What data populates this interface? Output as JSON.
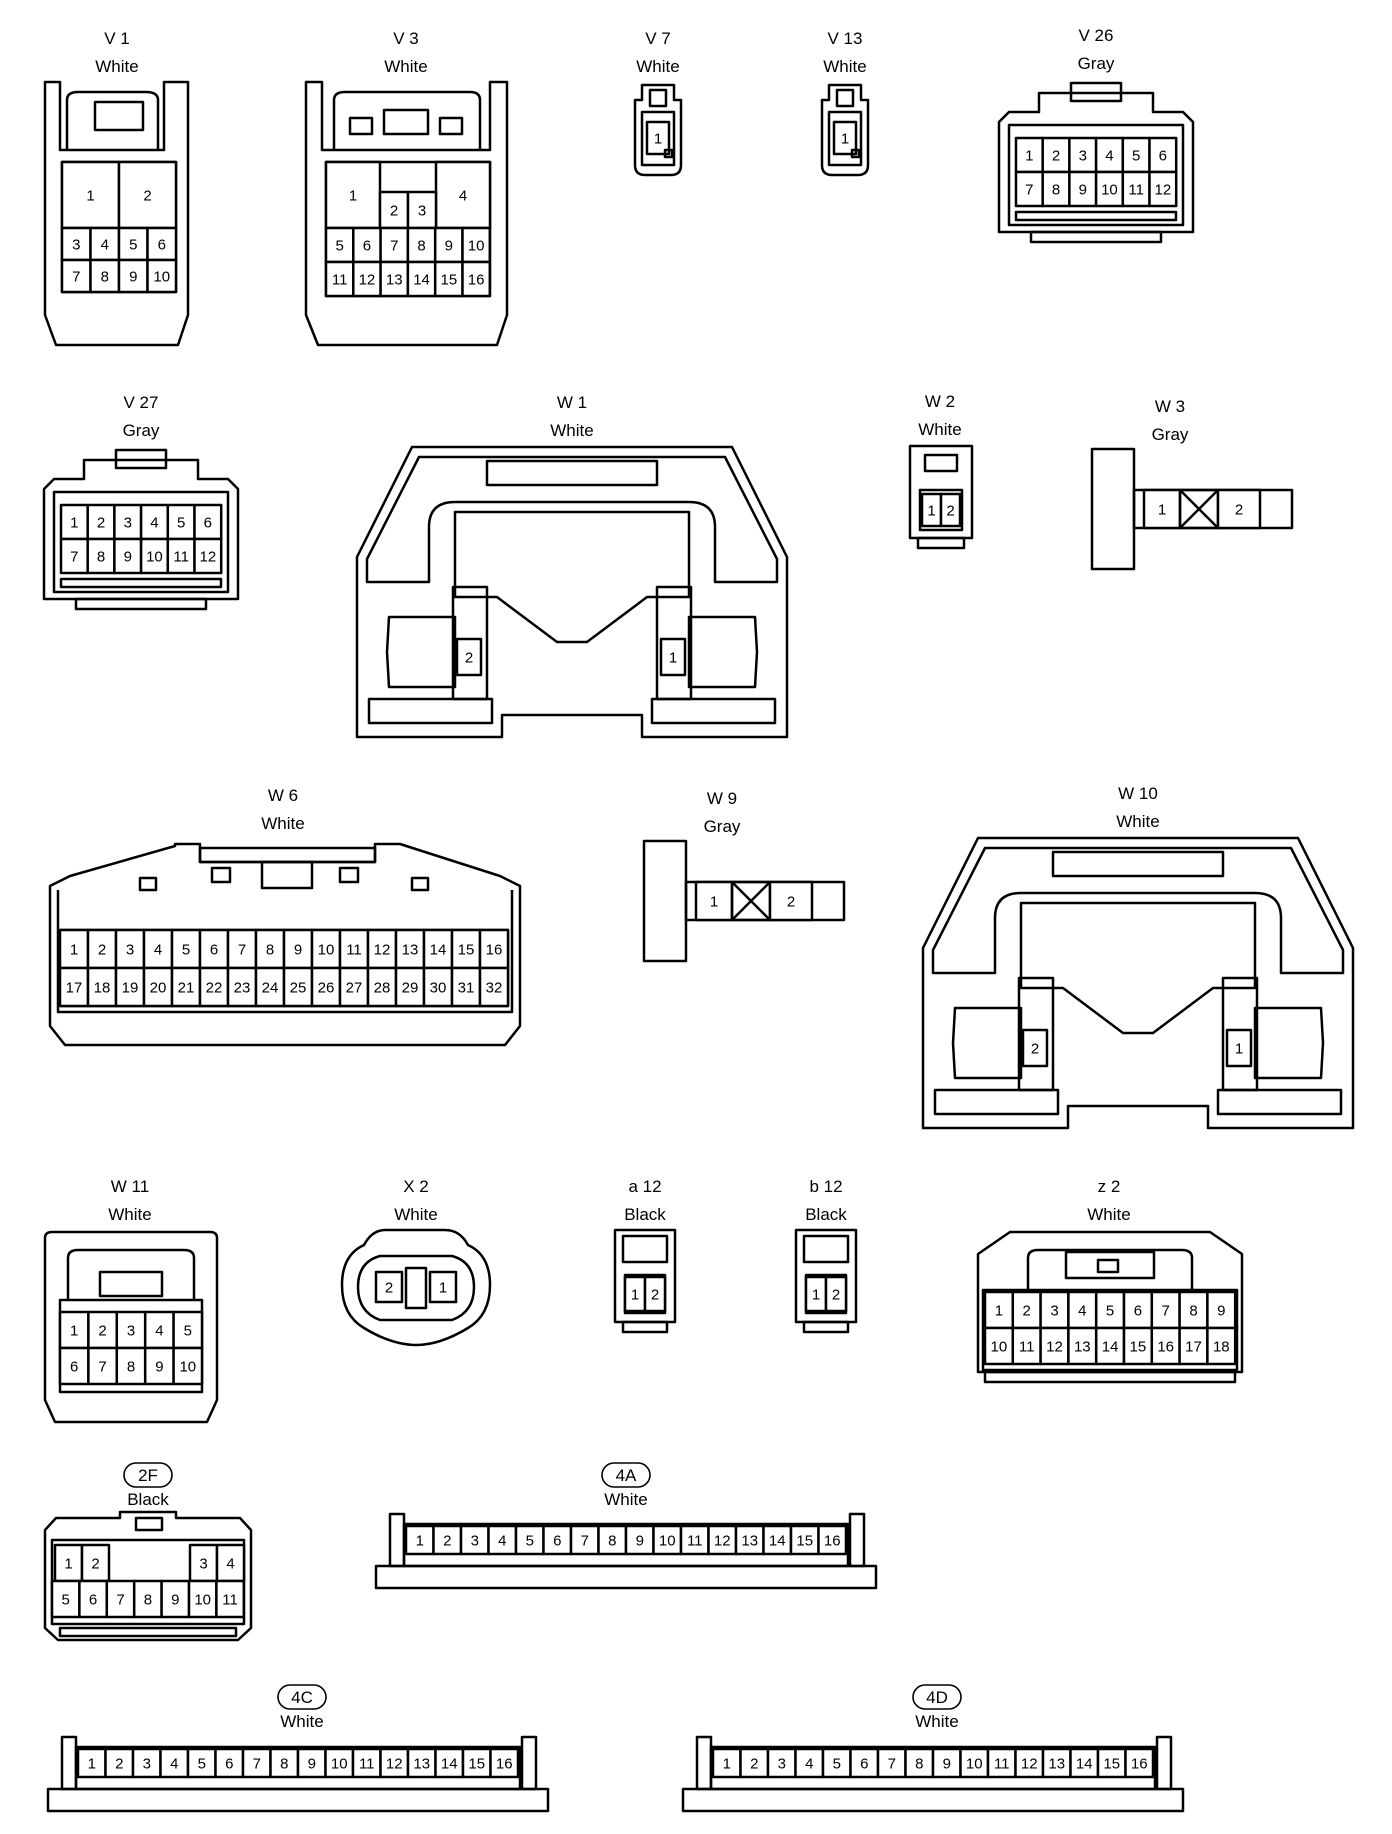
{
  "connectors": {
    "V1": {
      "id": "V 1",
      "color": "White",
      "pins": [
        "1",
        "2",
        "3",
        "4",
        "5",
        "6",
        "7",
        "8",
        "9",
        "10"
      ]
    },
    "V3": {
      "id": "V 3",
      "color": "White",
      "pins": [
        "1",
        "2",
        "3",
        "4",
        "5",
        "6",
        "7",
        "8",
        "9",
        "10",
        "11",
        "12",
        "13",
        "14",
        "15",
        "16"
      ]
    },
    "V7": {
      "id": "V 7",
      "color": "White",
      "pins": [
        "1"
      ]
    },
    "V13": {
      "id": "V 13",
      "color": "White",
      "pins": [
        "1"
      ]
    },
    "V26": {
      "id": "V 26",
      "color": "Gray",
      "pins": [
        "1",
        "2",
        "3",
        "4",
        "5",
        "6",
        "7",
        "8",
        "9",
        "10",
        "11",
        "12"
      ]
    },
    "V27": {
      "id": "V 27",
      "color": "Gray",
      "pins": [
        "1",
        "2",
        "3",
        "4",
        "5",
        "6",
        "7",
        "8",
        "9",
        "10",
        "11",
        "12"
      ]
    },
    "W1": {
      "id": "W 1",
      "color": "White",
      "pins": [
        "1",
        "2"
      ]
    },
    "W2": {
      "id": "W 2",
      "color": "White",
      "pins": [
        "1",
        "2"
      ]
    },
    "W3": {
      "id": "W 3",
      "color": "Gray",
      "pins": [
        "1",
        "2"
      ]
    },
    "W6": {
      "id": "W 6",
      "color": "White",
      "pins": [
        "1",
        "2",
        "3",
        "4",
        "5",
        "6",
        "7",
        "8",
        "9",
        "10",
        "11",
        "12",
        "13",
        "14",
        "15",
        "16",
        "17",
        "18",
        "19",
        "20",
        "21",
        "22",
        "23",
        "24",
        "25",
        "26",
        "27",
        "28",
        "29",
        "30",
        "31",
        "32"
      ]
    },
    "W9": {
      "id": "W 9",
      "color": "Gray",
      "pins": [
        "1",
        "2"
      ]
    },
    "W10": {
      "id": "W 10",
      "color": "White",
      "pins": [
        "1",
        "2"
      ]
    },
    "W11": {
      "id": "W 11",
      "color": "White",
      "pins": [
        "1",
        "2",
        "3",
        "4",
        "5",
        "6",
        "7",
        "8",
        "9",
        "10"
      ]
    },
    "X2": {
      "id": "X 2",
      "color": "White",
      "pins": [
        "1",
        "2"
      ]
    },
    "a12": {
      "id": "a 12",
      "color": "Black",
      "pins": [
        "1",
        "2"
      ]
    },
    "b12": {
      "id": "b 12",
      "color": "Black",
      "pins": [
        "1",
        "2"
      ]
    },
    "z2": {
      "id": "z 2",
      "color": "White",
      "pins": [
        "1",
        "2",
        "3",
        "4",
        "5",
        "6",
        "7",
        "8",
        "9",
        "10",
        "11",
        "12",
        "13",
        "14",
        "15",
        "16",
        "17",
        "18"
      ]
    },
    "2F": {
      "id": "2F",
      "color": "Black",
      "pins": [
        "1",
        "2",
        "3",
        "4",
        "5",
        "6",
        "7",
        "8",
        "9",
        "10",
        "11"
      ]
    },
    "4A": {
      "id": "4A",
      "color": "White",
      "pins": [
        "1",
        "2",
        "3",
        "4",
        "5",
        "6",
        "7",
        "8",
        "9",
        "10",
        "11",
        "12",
        "13",
        "14",
        "15",
        "16"
      ]
    },
    "4C": {
      "id": "4C",
      "color": "White",
      "pins": [
        "1",
        "2",
        "3",
        "4",
        "5",
        "6",
        "7",
        "8",
        "9",
        "10",
        "11",
        "12",
        "13",
        "14",
        "15",
        "16"
      ]
    },
    "4D": {
      "id": "4D",
      "color": "White",
      "pins": [
        "1",
        "2",
        "3",
        "4",
        "5",
        "6",
        "7",
        "8",
        "9",
        "10",
        "11",
        "12",
        "13",
        "14",
        "15",
        "16"
      ]
    }
  }
}
